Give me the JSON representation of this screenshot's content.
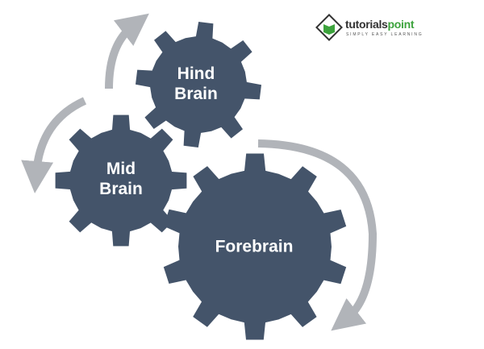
{
  "logo": {
    "name_a": "tutorials",
    "name_b": "point",
    "tagline": "SIMPLY EASY LEARNING"
  },
  "gears": [
    {
      "id": "hind",
      "label_line1": "Hind",
      "label_line2": "Brain"
    },
    {
      "id": "mid",
      "label_line1": "Mid",
      "label_line2": "Brain"
    },
    {
      "id": "fore",
      "label_line1": "Forebrain",
      "label_line2": ""
    }
  ],
  "colors": {
    "gear": "#44546a",
    "arrow": "#b1b4b9"
  }
}
